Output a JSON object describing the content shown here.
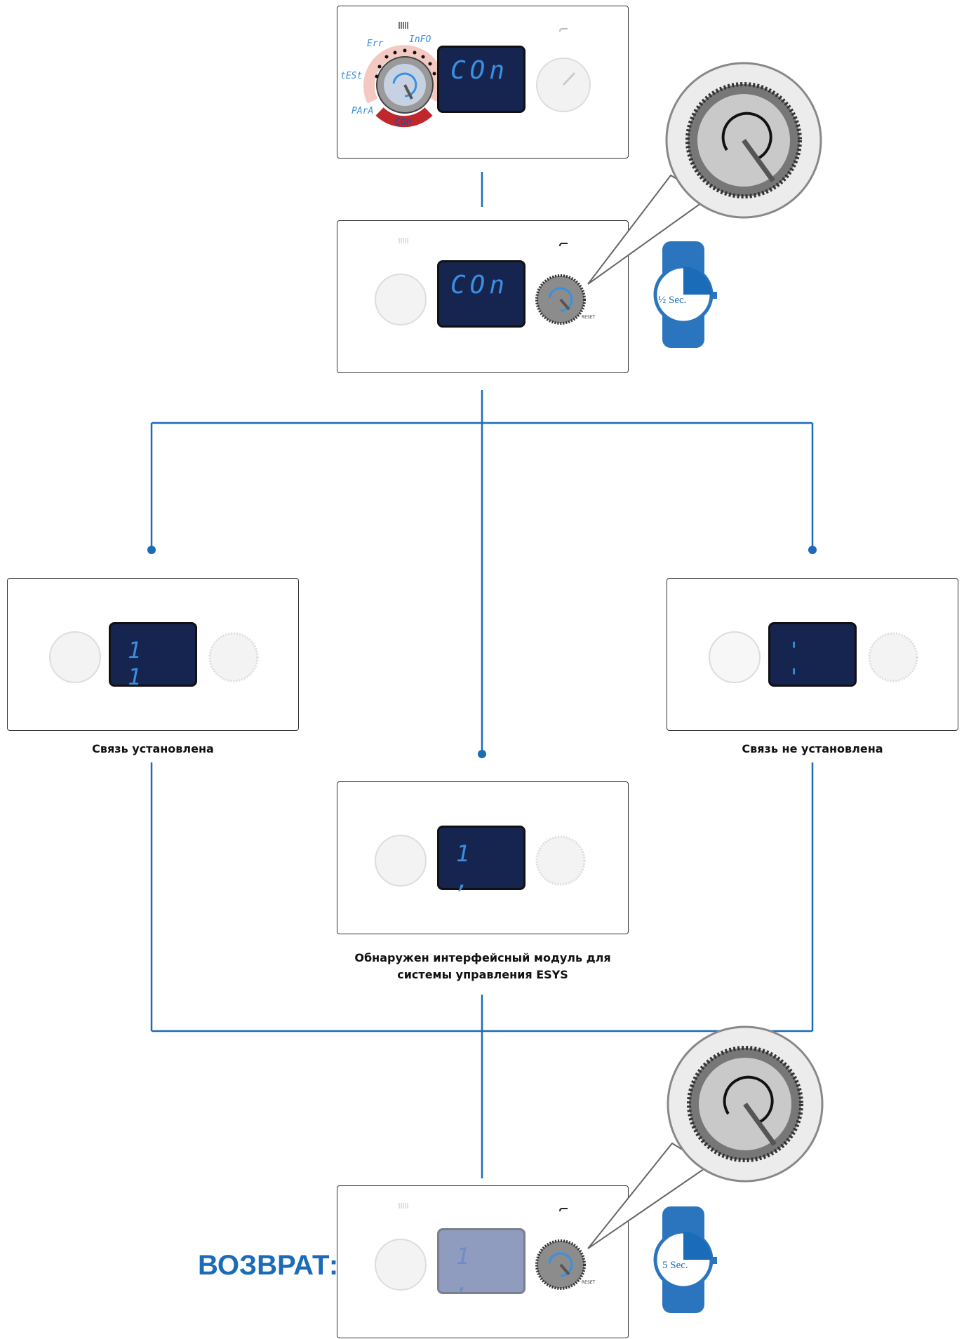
{
  "colors": {
    "line": "#1a6bb8",
    "lcd_bg": "#16254f",
    "lcd_text": "#3a8fe0",
    "accent_red": "#c0272d"
  },
  "panel1": {
    "lcd": "COn",
    "menu_labels": [
      "Err",
      "InFO",
      "tESt",
      "PArA",
      "COn"
    ]
  },
  "panel2": {
    "lcd": "COn"
  },
  "panel_left": {
    "lcd": "1 1",
    "caption": "Связь установлена"
  },
  "panel_right": {
    "lcd": "' '",
    "caption": "Связь не установлена"
  },
  "panel_center": {
    "lcd": "1 ,",
    "caption_line1": "Обнаружен интерфейсный модуль для",
    "caption_line2": "системы управления ESYS"
  },
  "panel_bottom": {
    "lcd": "1 ,",
    "heading": "ВОЗВРАТ:"
  },
  "timers": {
    "first": "½ Sec.",
    "second": "5 Sec."
  },
  "knob_label": "RESET",
  "icons": [
    "radiator-icon",
    "tap-icon",
    "knob-icon",
    "watch-timer-icon",
    "rotate-arrow-icon"
  ]
}
